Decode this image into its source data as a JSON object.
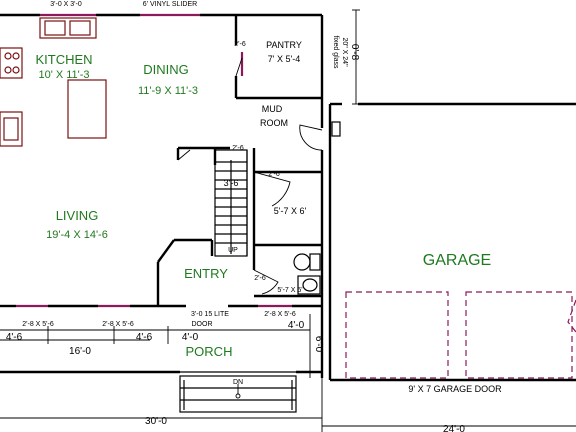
{
  "rooms": {
    "kitchen": {
      "name": "KITCHEN",
      "size": "10' X 11'-3"
    },
    "dining": {
      "name": "DINING",
      "size": "11'-9 X 11'-3"
    },
    "pantry": {
      "name": "PANTRY",
      "size": "7' X 5'-4"
    },
    "mud_room": {
      "line1": "MUD",
      "line2": "ROOM"
    },
    "living": {
      "name": "LIVING",
      "size": "19'-4 X 14'-6"
    },
    "entry": {
      "name": "ENTRY"
    },
    "porch": {
      "name": "PORCH"
    },
    "garage": {
      "name": "GARAGE"
    },
    "bath": {
      "size": "5'-7 X 5'"
    },
    "closet": {
      "size": "5'-7 X 6'"
    }
  },
  "labels": {
    "top_window": "3'-0 X 3'-0",
    "vinyl_slider": "6' VINYL SLIDER",
    "pantry_door": "2'-6",
    "fixed_glass": [
      "20\" X 24\"",
      "fixed glass"
    ],
    "stair_door": "2'-6",
    "stair_width": "3'-6",
    "closet_door": "2'-6",
    "up": "UP",
    "bath_door": "2'-6",
    "entry_door": [
      "3'-0 15 LITE",
      "DOOR"
    ],
    "porch_window_1": "2'-8 X 5'-6",
    "porch_window_2": "2'-8 X 5'-6",
    "porch_window_3": "2'-8 X 5'-6",
    "garage_door": "9' X 7 GARAGE DOOR",
    "dn": "DN"
  },
  "dimensions": {
    "right_top": "0'-8",
    "porch_left": "4'-6",
    "porch_16": "16'-0",
    "porch_mid": "4'-6",
    "porch_entry": "4'-0",
    "porch_right": "4'-0",
    "porch_depth": "6'-0",
    "overall_30": "30'-0",
    "overall_24": "24'-0"
  }
}
